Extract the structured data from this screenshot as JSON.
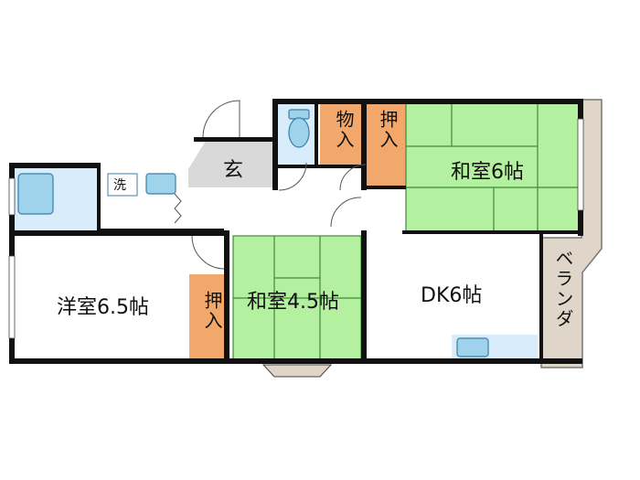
{
  "rooms": {
    "washitsu6": "和室6帖",
    "washitsu45": "和室4.5帖",
    "youshitsu": "洋室6.5帖",
    "dk": "DK6帖",
    "genkan": "玄",
    "veranda": "ベランダ",
    "oshiire_top": "押入",
    "oshiire_left": "押入",
    "monoire": "物入",
    "sentaku": "洗"
  },
  "colors": {
    "tatami": "#b3f0a0",
    "closet": "#f3a86b",
    "wet_area": "#d8ecfb",
    "entrance": "#d9d9d9",
    "veranda": "#e0d5c9"
  }
}
